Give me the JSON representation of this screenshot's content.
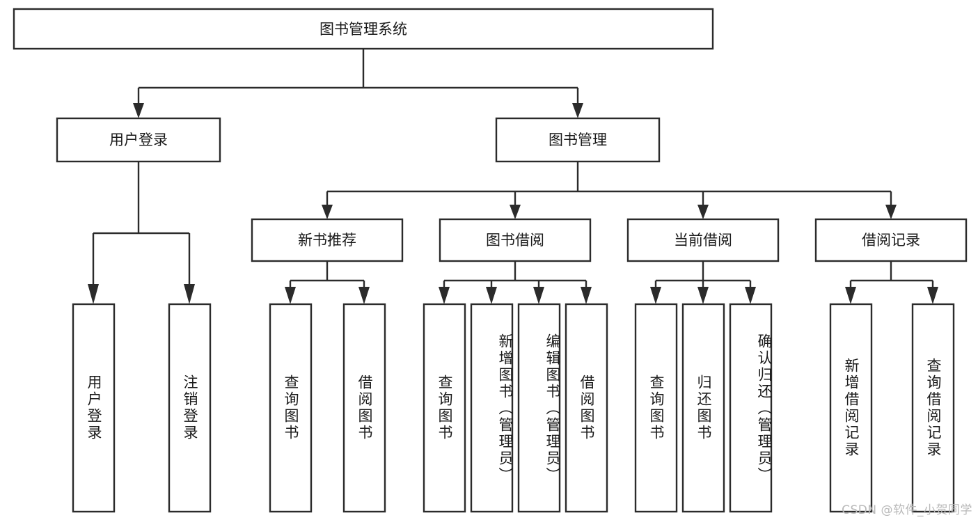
{
  "diagram": {
    "type": "tree-hierarchy-flowchart",
    "title": "图书管理系统",
    "background_color": "#ffffff",
    "line_color": "#2b2b2b",
    "box_fill": "#ffffff",
    "text_color": "#1a1a1a",
    "levels": 4,
    "root": {
      "label": "图书管理系统",
      "orientation": "horizontal"
    },
    "level2": [
      {
        "label": "用户登录",
        "orientation": "horizontal"
      },
      {
        "label": "图书管理",
        "orientation": "horizontal"
      }
    ],
    "level3": [
      {
        "label": "新书推荐",
        "orientation": "horizontal",
        "parent": "图书管理"
      },
      {
        "label": "图书借阅",
        "orientation": "horizontal",
        "parent": "图书管理"
      },
      {
        "label": "当前借阅",
        "orientation": "horizontal",
        "parent": "图书管理"
      },
      {
        "label": "借阅记录",
        "orientation": "horizontal",
        "parent": "图书管理"
      }
    ],
    "leaves": {
      "user_login": [
        {
          "label": "用户登录",
          "orientation": "vertical"
        },
        {
          "label": "注销登录",
          "orientation": "vertical"
        }
      ],
      "new_book_recommend": [
        {
          "label": "查询图书",
          "orientation": "vertical"
        },
        {
          "label": "借阅图书",
          "orientation": "vertical"
        }
      ],
      "book_borrow": [
        {
          "label": "查询图书",
          "orientation": "vertical"
        },
        {
          "label": "新增图书（管理员）",
          "orientation": "vertical"
        },
        {
          "label": "编辑图书（管理员）",
          "orientation": "vertical"
        },
        {
          "label": "借阅图书",
          "orientation": "vertical"
        }
      ],
      "current_borrow": [
        {
          "label": "查询图书",
          "orientation": "vertical"
        },
        {
          "label": "归还图书",
          "orientation": "vertical"
        },
        {
          "label": "确认归还（管理员）",
          "orientation": "vertical"
        }
      ],
      "borrow_record": [
        {
          "label": "新增借阅记录",
          "orientation": "vertical"
        },
        {
          "label": "查询借阅记录",
          "orientation": "vertical"
        }
      ]
    }
  },
  "watermark": {
    "text": "CSDN @软件_小贺同学"
  }
}
